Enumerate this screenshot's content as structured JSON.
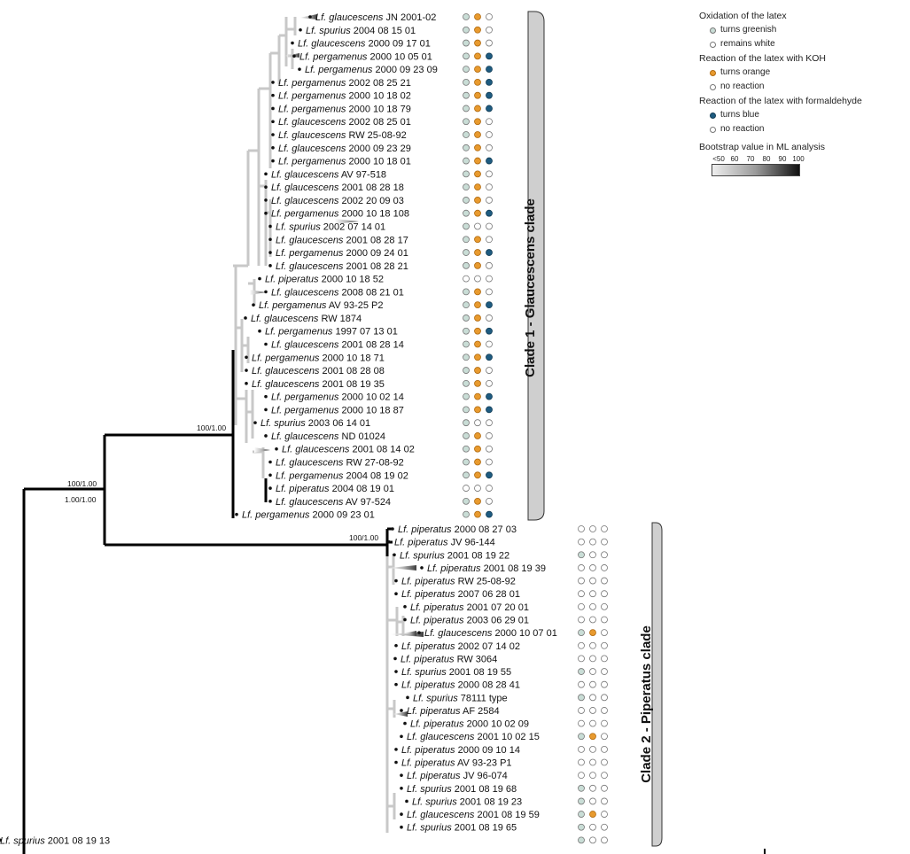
{
  "legend": {
    "oxidation_title": "Oxidation of the latex",
    "oxidation_items": [
      "turns greenish",
      "remains white"
    ],
    "koh_title": "Reaction of the latex with KOH",
    "koh_items": [
      "turns orange",
      "no reaction"
    ],
    "formaldehyde_title": "Reaction of the latex with formaldehyde",
    "formaldehyde_items": [
      "turns blue",
      "no reaction"
    ],
    "bootstrap_title": "Bootstrap value in ML analysis",
    "bootstrap_ticks": [
      "<50",
      "60",
      "70",
      "80",
      "90",
      "100"
    ],
    "colors": {
      "greenish": "#c9ddd6",
      "white": "#ffffff",
      "orange": "#e89a2e",
      "blue": "#1e5b80"
    }
  },
  "clades": [
    {
      "label": "Clade 1 - Glaucescens clade"
    },
    {
      "label": "Clade 2 - Piperatus clade"
    }
  ],
  "support_values": [
    "100/1.00",
    "100/1.00",
    "1.00/1.00",
    "100/1.00"
  ],
  "taxa": [
    {
      "sp": "Lf. glaucescens",
      "id": "JN 2001-02",
      "ox": "g",
      "koh": "o",
      "form": "n"
    },
    {
      "sp": "Lf. spurius",
      "id": "2004 08 15 01",
      "ox": "g",
      "koh": "o",
      "form": "n"
    },
    {
      "sp": "Lf. glaucescens",
      "id": "2000 09 17 01",
      "ox": "g",
      "koh": "o",
      "form": "n"
    },
    {
      "sp": "Lf. pergamenus",
      "id": "2000 10 05 01",
      "ox": "g",
      "koh": "o",
      "form": "b"
    },
    {
      "sp": "Lf. pergamenus",
      "id": "2000 09 23 09",
      "ox": "g",
      "koh": "o",
      "form": "b"
    },
    {
      "sp": "Lf. pergamenus",
      "id": "2002 08 25 21",
      "ox": "g",
      "koh": "o",
      "form": "b"
    },
    {
      "sp": "Lf. pergamenus",
      "id": "2000 10 18 02",
      "ox": "g",
      "koh": "o",
      "form": "b"
    },
    {
      "sp": "Lf. pergamenus",
      "id": "2000 10 18 79",
      "ox": "g",
      "koh": "o",
      "form": "b"
    },
    {
      "sp": "Lf. glaucescens",
      "id": "2002 08 25 01",
      "ox": "g",
      "koh": "o",
      "form": "n"
    },
    {
      "sp": "Lf. glaucescens",
      "id": "RW 25-08-92",
      "ox": "g",
      "koh": "o",
      "form": "n"
    },
    {
      "sp": "Lf. glaucescens",
      "id": "2000 09 23 29",
      "ox": "g",
      "koh": "o",
      "form": "n"
    },
    {
      "sp": "Lf. pergamenus",
      "id": "2000 10 18 01",
      "ox": "g",
      "koh": "o",
      "form": "b"
    },
    {
      "sp": "Lf. glaucescens",
      "id": "AV 97-518",
      "ox": "g",
      "koh": "o",
      "form": "n"
    },
    {
      "sp": "Lf. glaucescens",
      "id": "2001 08 28 18",
      "ox": "g",
      "koh": "o",
      "form": "n"
    },
    {
      "sp": "Lf. glaucescens",
      "id": "2002 20 09 03",
      "ox": "g",
      "koh": "o",
      "form": "n"
    },
    {
      "sp": "Lf. pergamenus",
      "id": "2000 10 18 108",
      "ox": "g",
      "koh": "o",
      "form": "b"
    },
    {
      "sp": "Lf. spurius",
      "id": "2002 07 14 01",
      "ox": "g",
      "koh": "n",
      "form": "n"
    },
    {
      "sp": "Lf. glaucescens",
      "id": "2001 08 28 17",
      "ox": "g",
      "koh": "o",
      "form": "n"
    },
    {
      "sp": "Lf. pergamenus",
      "id": "2000 09 24 01",
      "ox": "g",
      "koh": "o",
      "form": "b"
    },
    {
      "sp": "Lf. glaucescens",
      "id": "2001 08 28 21",
      "ox": "g",
      "koh": "o",
      "form": "n"
    },
    {
      "sp": "Lf. piperatus",
      "id": "2000 10 18 52",
      "ox": "w",
      "koh": "n",
      "form": "n"
    },
    {
      "sp": "Lf. glaucescens",
      "id": "2008 08 21 01",
      "ox": "g",
      "koh": "o",
      "form": "n"
    },
    {
      "sp": "Lf. pergamenus",
      "id": "AV 93-25 P2",
      "ox": "g",
      "koh": "o",
      "form": "b"
    },
    {
      "sp": "Lf. glaucescens",
      "id": "RW 1874",
      "ox": "g",
      "koh": "o",
      "form": "n"
    },
    {
      "sp": "Lf. pergamenus",
      "id": "1997 07 13 01",
      "ox": "g",
      "koh": "o",
      "form": "b"
    },
    {
      "sp": "Lf. glaucescens",
      "id": "2001 08 28 14",
      "ox": "g",
      "koh": "o",
      "form": "n"
    },
    {
      "sp": "Lf. pergamenus",
      "id": "2000 10 18 71",
      "ox": "g",
      "koh": "o",
      "form": "b"
    },
    {
      "sp": "Lf. glaucescens",
      "id": "2001 08 28 08",
      "ox": "g",
      "koh": "o",
      "form": "n"
    },
    {
      "sp": "Lf. glaucescens",
      "id": "2001 08 19 35",
      "ox": "g",
      "koh": "o",
      "form": "n"
    },
    {
      "sp": "Lf. pergamenus",
      "id": "2000 10 02 14",
      "ox": "g",
      "koh": "o",
      "form": "b"
    },
    {
      "sp": "Lf. pergamenus",
      "id": "2000 10 18 87",
      "ox": "g",
      "koh": "o",
      "form": "b"
    },
    {
      "sp": "Lf. spurius",
      "id": "2003 06 14 01",
      "ox": "g",
      "koh": "n",
      "form": "n"
    },
    {
      "sp": "Lf. glaucescens",
      "id": "ND 01024",
      "ox": "g",
      "koh": "o",
      "form": "n"
    },
    {
      "sp": "Lf. glaucescens",
      "id": "2001 08 14 02",
      "ox": "g",
      "koh": "o",
      "form": "n"
    },
    {
      "sp": "Lf. glaucescens",
      "id": "RW 27-08-92",
      "ox": "g",
      "koh": "o",
      "form": "n"
    },
    {
      "sp": "Lf. pergamenus",
      "id": "2004 08 19 02",
      "ox": "g",
      "koh": "o",
      "form": "b"
    },
    {
      "sp": "Lf. piperatus",
      "id": "2004 08 19 01",
      "ox": "w",
      "koh": "n",
      "form": "n"
    },
    {
      "sp": "Lf. glaucescens",
      "id": "AV 97-524",
      "ox": "g",
      "koh": "o",
      "form": "n"
    },
    {
      "sp": "Lf. pergamenus",
      "id": "2000 09 23 01",
      "ox": "g",
      "koh": "o",
      "form": "b"
    },
    {
      "sp": "Lf. piperatus",
      "id": "2000 08 27 03",
      "ox": "w",
      "koh": "n",
      "form": "n"
    },
    {
      "sp": "Lf. piperatus",
      "id": "JV 96-144",
      "ox": "w",
      "koh": "n",
      "form": "n"
    },
    {
      "sp": "Lf. spurius",
      "id": "2001 08 19 22",
      "ox": "g",
      "koh": "n",
      "form": "n"
    },
    {
      "sp": "Lf. piperatus",
      "id": "2001 08 19 39",
      "ox": "w",
      "koh": "n",
      "form": "n"
    },
    {
      "sp": "Lf. piperatus",
      "id": "RW 25-08-92",
      "ox": "w",
      "koh": "n",
      "form": "n"
    },
    {
      "sp": "Lf. piperatus",
      "id": "2007 06 28 01",
      "ox": "w",
      "koh": "n",
      "form": "n"
    },
    {
      "sp": "Lf. piperatus",
      "id": "2001 07 20 01",
      "ox": "w",
      "koh": "n",
      "form": "n"
    },
    {
      "sp": "Lf. piperatus",
      "id": "2003 06 29 01",
      "ox": "w",
      "koh": "n",
      "form": "n"
    },
    {
      "sp": "Lf. glaucescens",
      "id": "2000 10 07 01",
      "ox": "g",
      "koh": "o",
      "form": "n"
    },
    {
      "sp": "Lf. piperatus",
      "id": "2002 07 14 02",
      "ox": "w",
      "koh": "n",
      "form": "n"
    },
    {
      "sp": "Lf. piperatus",
      "id": "RW 3064",
      "ox": "w",
      "koh": "n",
      "form": "n"
    },
    {
      "sp": "Lf. spurius",
      "id": "2001 08 19 55",
      "ox": "g",
      "koh": "n",
      "form": "n"
    },
    {
      "sp": "Lf. piperatus",
      "id": "2000 08 28 41",
      "ox": "w",
      "koh": "n",
      "form": "n"
    },
    {
      "sp": "Lf. spurius",
      "id": "78111 type",
      "ox": "g",
      "koh": "n",
      "form": "n"
    },
    {
      "sp": "Lf. piperatus",
      "id": "AF 2584",
      "ox": "w",
      "koh": "n",
      "form": "n"
    },
    {
      "sp": "Lf. piperatus",
      "id": "2000 10 02 09",
      "ox": "w",
      "koh": "n",
      "form": "n"
    },
    {
      "sp": "Lf. glaucescens",
      "id": "2001 10 02 15",
      "ox": "g",
      "koh": "o",
      "form": "n"
    },
    {
      "sp": "Lf. piperatus",
      "id": "2000 09 10 14",
      "ox": "w",
      "koh": "n",
      "form": "n"
    },
    {
      "sp": "Lf. piperatus",
      "id": "AV 93-23 P1",
      "ox": "w",
      "koh": "n",
      "form": "n"
    },
    {
      "sp": "Lf. piperatus",
      "id": "JV 96-074",
      "ox": "w",
      "koh": "n",
      "form": "n"
    },
    {
      "sp": "Lf. spurius",
      "id": "2001 08 19 68",
      "ox": "g",
      "koh": "n",
      "form": "n"
    },
    {
      "sp": "Lf. spurius",
      "id": "2001 08 19 23",
      "ox": "g",
      "koh": "n",
      "form": "n"
    },
    {
      "sp": "Lf. glaucescens",
      "id": "2001 08 19 59",
      "ox": "g",
      "koh": "o",
      "form": "n"
    },
    {
      "sp": "Lf. spurius",
      "id": "2001 08 19 65",
      "ox": "g",
      "koh": "n",
      "form": "n"
    },
    {
      "sp": "Lf. spurius",
      "id": "2001 08 19 13",
      "ox": "g",
      "koh": "n",
      "form": "n"
    }
  ]
}
